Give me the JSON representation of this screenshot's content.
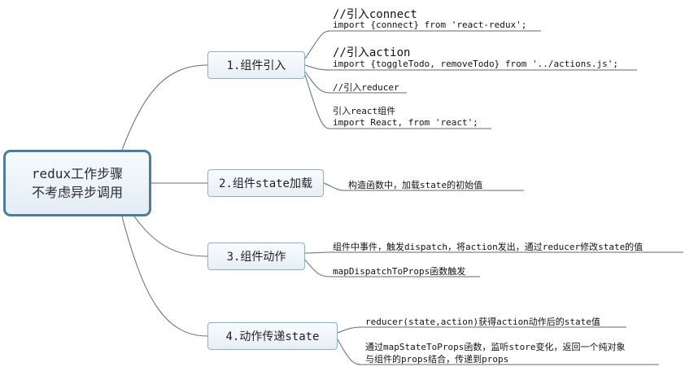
{
  "root": {
    "line1": "redux工作步骤",
    "line2": "不考虑异步调用"
  },
  "branches": [
    {
      "label": "1.组件引入",
      "leaves": [
        {
          "lines": [
            "//引入connect",
            "import {connect} from 'react-redux';"
          ]
        },
        {
          "lines": [
            "//引入action",
            "import {toggleTodo, removeTodo} from '../actions.js';"
          ]
        },
        {
          "lines": [
            "//引入reducer"
          ]
        },
        {
          "lines": [
            "引入react组件",
            "import React, from 'react';"
          ]
        }
      ]
    },
    {
      "label": "2.组件state加载",
      "leaves": [
        {
          "lines": [
            "构造函数中，加载state的初始值"
          ]
        }
      ]
    },
    {
      "label": "3.组件动作",
      "leaves": [
        {
          "lines": [
            "组件中事件，触发dispatch，将action发出，通过reducer修改state的值"
          ]
        },
        {
          "lines": [
            "mapDispatchToProps函数触发"
          ]
        }
      ]
    },
    {
      "label": "4.动作传递state",
      "leaves": [
        {
          "lines": [
            "reducer(state,action)获得action动作后的state值"
          ]
        },
        {
          "lines": [
            "通过mapStateToProps函数，监听store变化，返回一个纯对象",
            "与组件的props结合，传递到props"
          ]
        }
      ]
    }
  ]
}
